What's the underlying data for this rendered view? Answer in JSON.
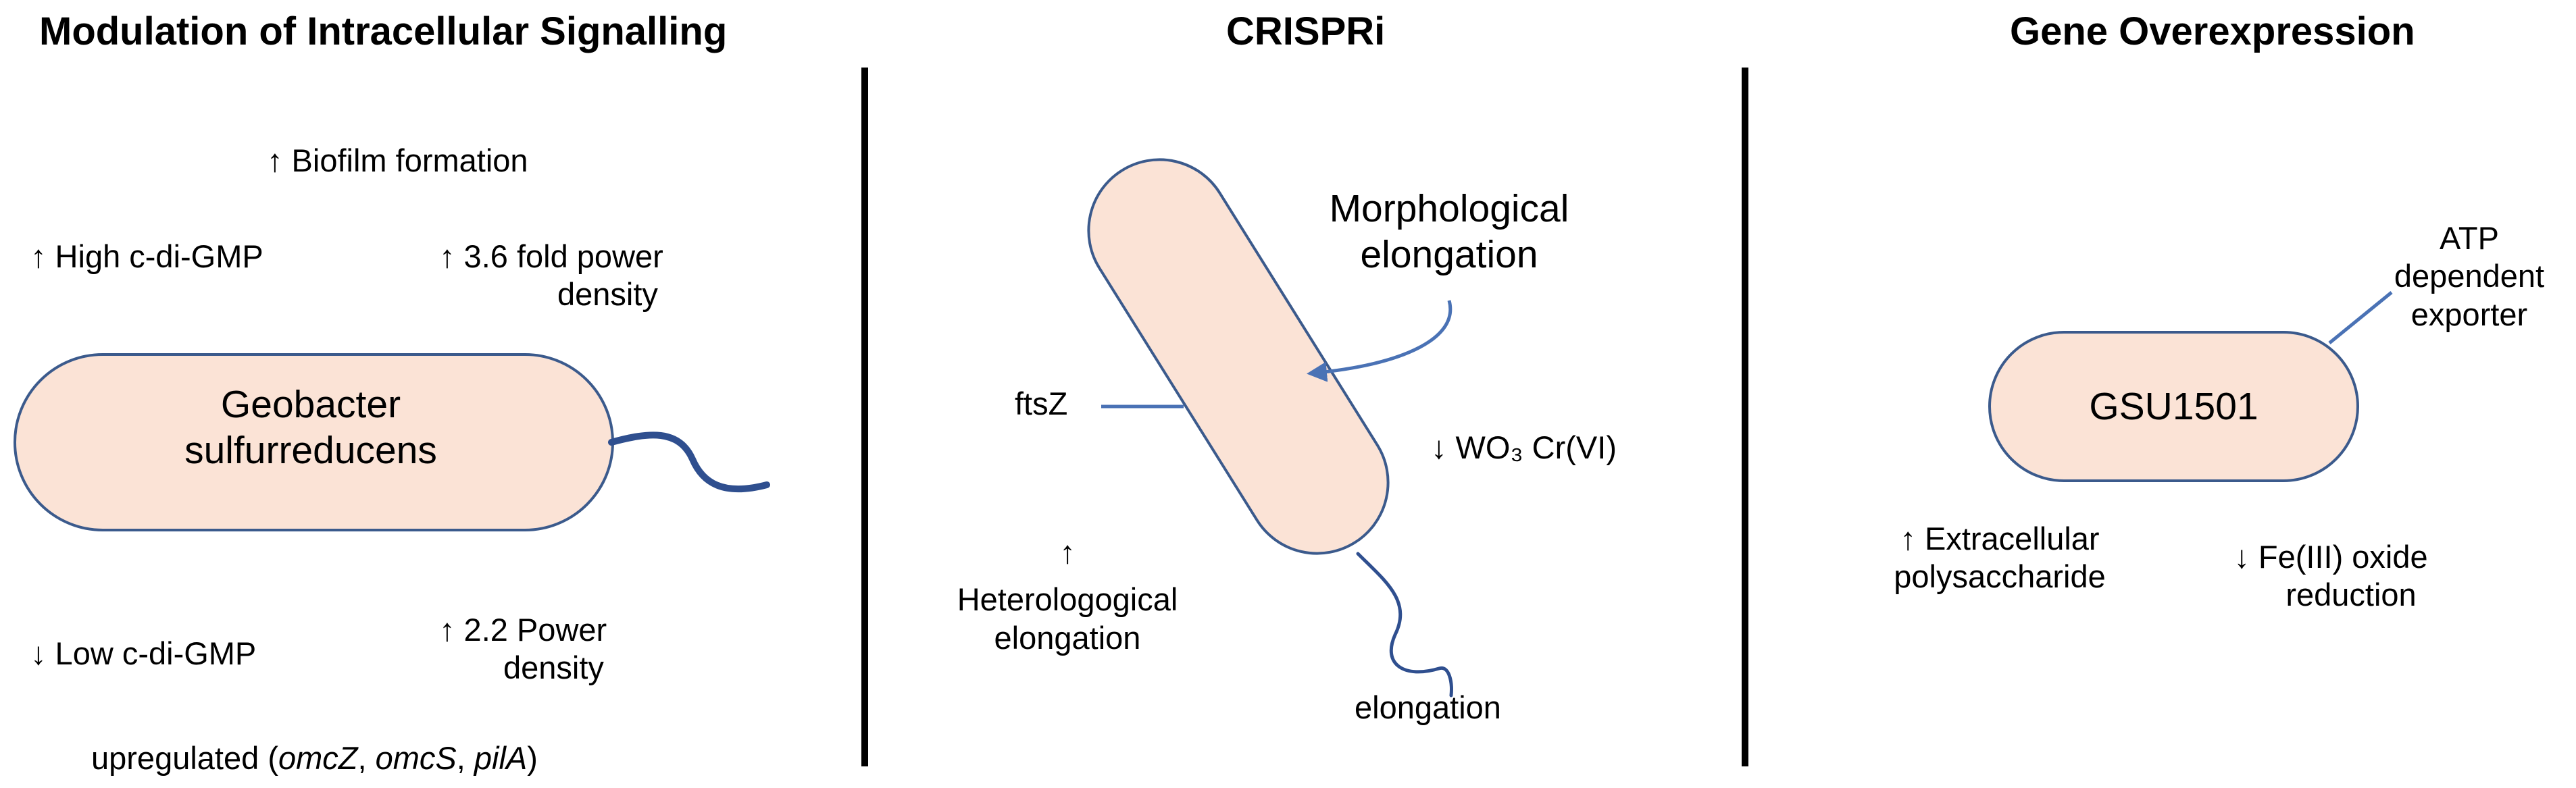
{
  "panels": {
    "signalling": {
      "title": "Modulation of Intracellular Signalling",
      "cell_name_line1": "Geobacter",
      "cell_name_line2": "sulfurreducens",
      "biofilm": "↑ Biofilm formation",
      "high_cdigmp": "↑ High c-di-GMP",
      "fold_power_line1": "↑ 3.6 fold power",
      "fold_power_line2": "density",
      "low_cdigmp": "↓ Low c-di-GMP",
      "power22_line1": "↑ 2.2 Power",
      "power22_line2": "density",
      "upregulated_prefix": "upregulated (",
      "gene_omcz": "omcZ",
      "sep1": ", ",
      "gene_omcs": "omcS",
      "sep2": ", ",
      "gene_pila": "pilA",
      "upregulated_suffix": ")"
    },
    "crispri": {
      "title": "CRISPRi",
      "morph_line1": "Morphological",
      "morph_line2": "elongation",
      "ftsz": "ftsZ",
      "wo3": "↓ WO₃ Cr(VI)",
      "hetero_arrow": "↑",
      "hetero_line1": "Heterologogical",
      "hetero_line2": "elongation",
      "elongation": "elongation"
    },
    "overexpression": {
      "title": "Gene Overexpression",
      "cell_name": "GSU1501",
      "atp_line1": "ATP",
      "atp_line2": "dependent",
      "atp_line3": "exporter",
      "eps_line1": "↑ Extracellular",
      "eps_line2": "polysaccharide",
      "fe_line1": "↓ Fe(III) oxide",
      "fe_line2": "reduction"
    }
  },
  "colors": {
    "cell_fill": "#fbe3d6",
    "cell_stroke": "#3b5a8c",
    "line_blue": "#4a72b5",
    "flagellum": "#2f4f8f"
  }
}
